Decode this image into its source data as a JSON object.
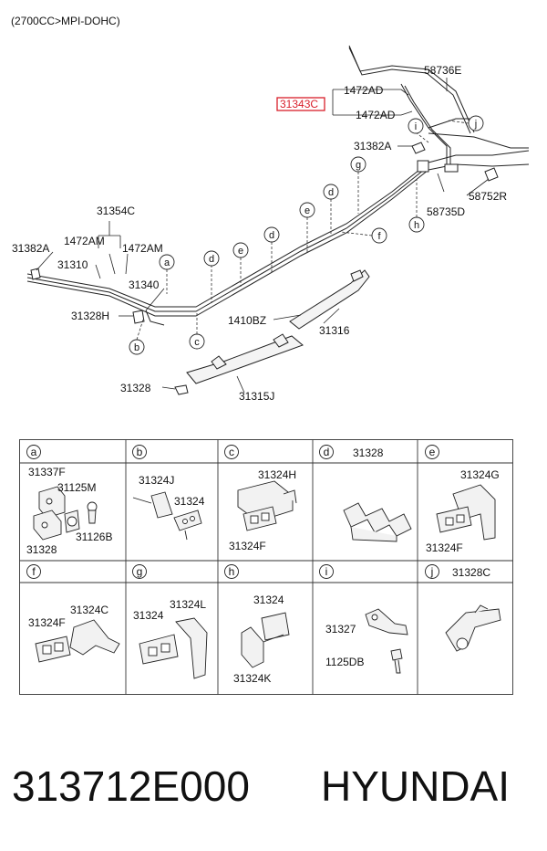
{
  "header": {
    "engine_spec": "(2700CC>MPI-DOHC)"
  },
  "highlight_color": "#d91e2a",
  "callouts": {
    "p58736E": "58736E",
    "p1472AD_a": "1472AD",
    "p31343C": "31343C",
    "p1472AD_b": "1472AD",
    "p31382A_top": "31382A",
    "p58752R": "58752R",
    "p58735D": "58735D",
    "p31354C": "31354C",
    "p1472AM_a": "1472AM",
    "p1472AM_b": "1472AM",
    "p31382A_left": "31382A",
    "p31310": "31310",
    "p31340": "31340",
    "p31328H": "31328H",
    "p1410BZ": "1410BZ",
    "p31316": "31316",
    "p31328": "31328",
    "p31315J": "31315J"
  },
  "letters": {
    "a": "a",
    "b": "b",
    "c": "c",
    "d": "d",
    "e": "e",
    "f": "f",
    "g": "g",
    "h": "h",
    "i": "i",
    "j": "j"
  },
  "grid": {
    "cells": [
      {
        "letter": "a",
        "title": "",
        "labels": [
          "31337F",
          "31125M",
          "31126B",
          "31328"
        ]
      },
      {
        "letter": "b",
        "title": "",
        "labels": [
          "31324J",
          "31324"
        ]
      },
      {
        "letter": "c",
        "title": "",
        "labels": [
          "31324H",
          "31324F"
        ]
      },
      {
        "letter": "d",
        "title": "31328",
        "labels": []
      },
      {
        "letter": "e",
        "title": "",
        "labels": [
          "31324G",
          "31324F"
        ]
      },
      {
        "letter": "f",
        "title": "",
        "labels": [
          "31324C",
          "31324F"
        ]
      },
      {
        "letter": "g",
        "title": "",
        "labels": [
          "31324L",
          "31324"
        ]
      },
      {
        "letter": "h",
        "title": "",
        "labels": [
          "31324",
          "31324K"
        ]
      },
      {
        "letter": "i",
        "title": "",
        "labels": [
          "31327",
          "1125DB"
        ]
      },
      {
        "letter": "j",
        "title": "31328C",
        "labels": []
      }
    ]
  },
  "footer": {
    "part_number": "313712E000",
    "brand": "HYUNDAI"
  }
}
